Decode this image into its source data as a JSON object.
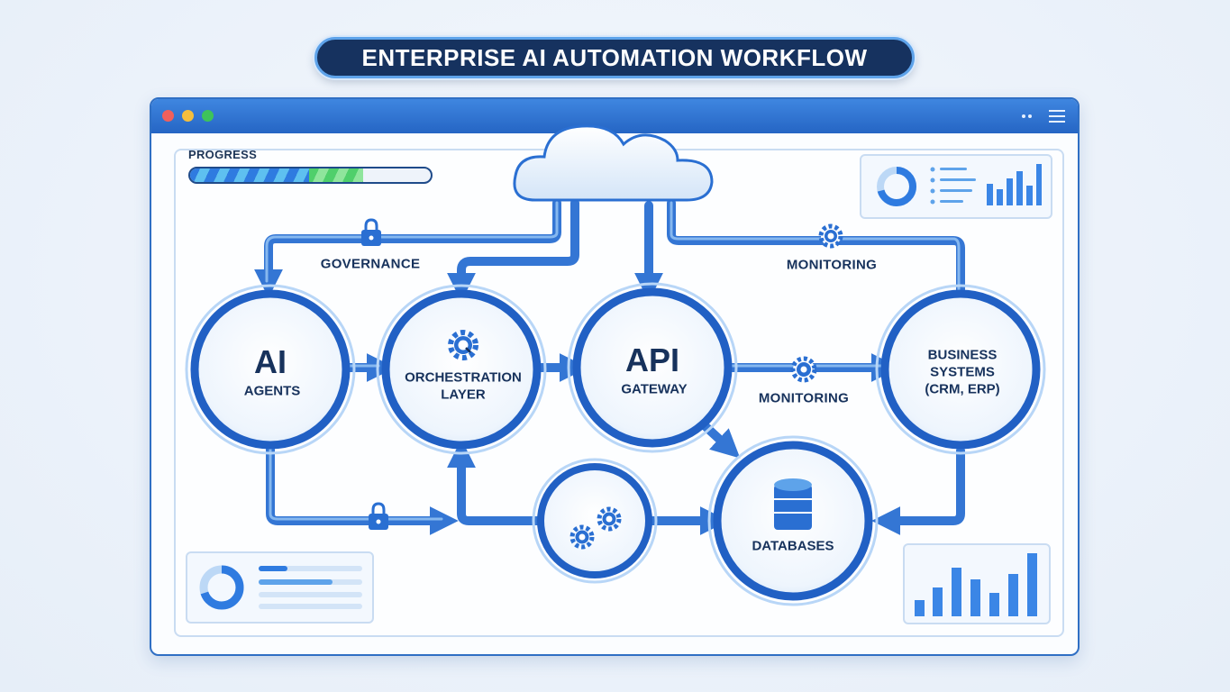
{
  "title": "ENTERPRISE AI AUTOMATION WORKFLOW",
  "progress": {
    "label": "PROGRESS",
    "value": 0.72
  },
  "colors": {
    "accent": "#2f7be0",
    "dark": "#17325c",
    "flow": "#3b86e6"
  },
  "nodes": {
    "ai_agents": {
      "title": "AI",
      "subtitle": "AGENTS"
    },
    "orchestration": {
      "subtitle_line1": "ORCHESTRATION",
      "subtitle_line2": "LAYER",
      "icon": "gear-search-icon"
    },
    "api_gateway": {
      "title": "API",
      "subtitle": "GATEWAY"
    },
    "business_systems": {
      "line1": "BUSINESS",
      "line2": "SYSTEMS",
      "line3": "(CRM, ERP)"
    },
    "databases": {
      "subtitle": "DATABASES",
      "icon": "database-icon"
    },
    "processing": {
      "icon": "gears-icon"
    }
  },
  "edge_labels": {
    "governance": "GOVERNANCE",
    "monitoring_top": "MONITORING",
    "monitoring_mid": "MONITORING"
  },
  "icons": {
    "cloud": "cloud-icon",
    "lock": "lock-icon",
    "gear": "gear-icon",
    "donut": "donut-chart-icon",
    "bars": "bar-chart-icon"
  }
}
